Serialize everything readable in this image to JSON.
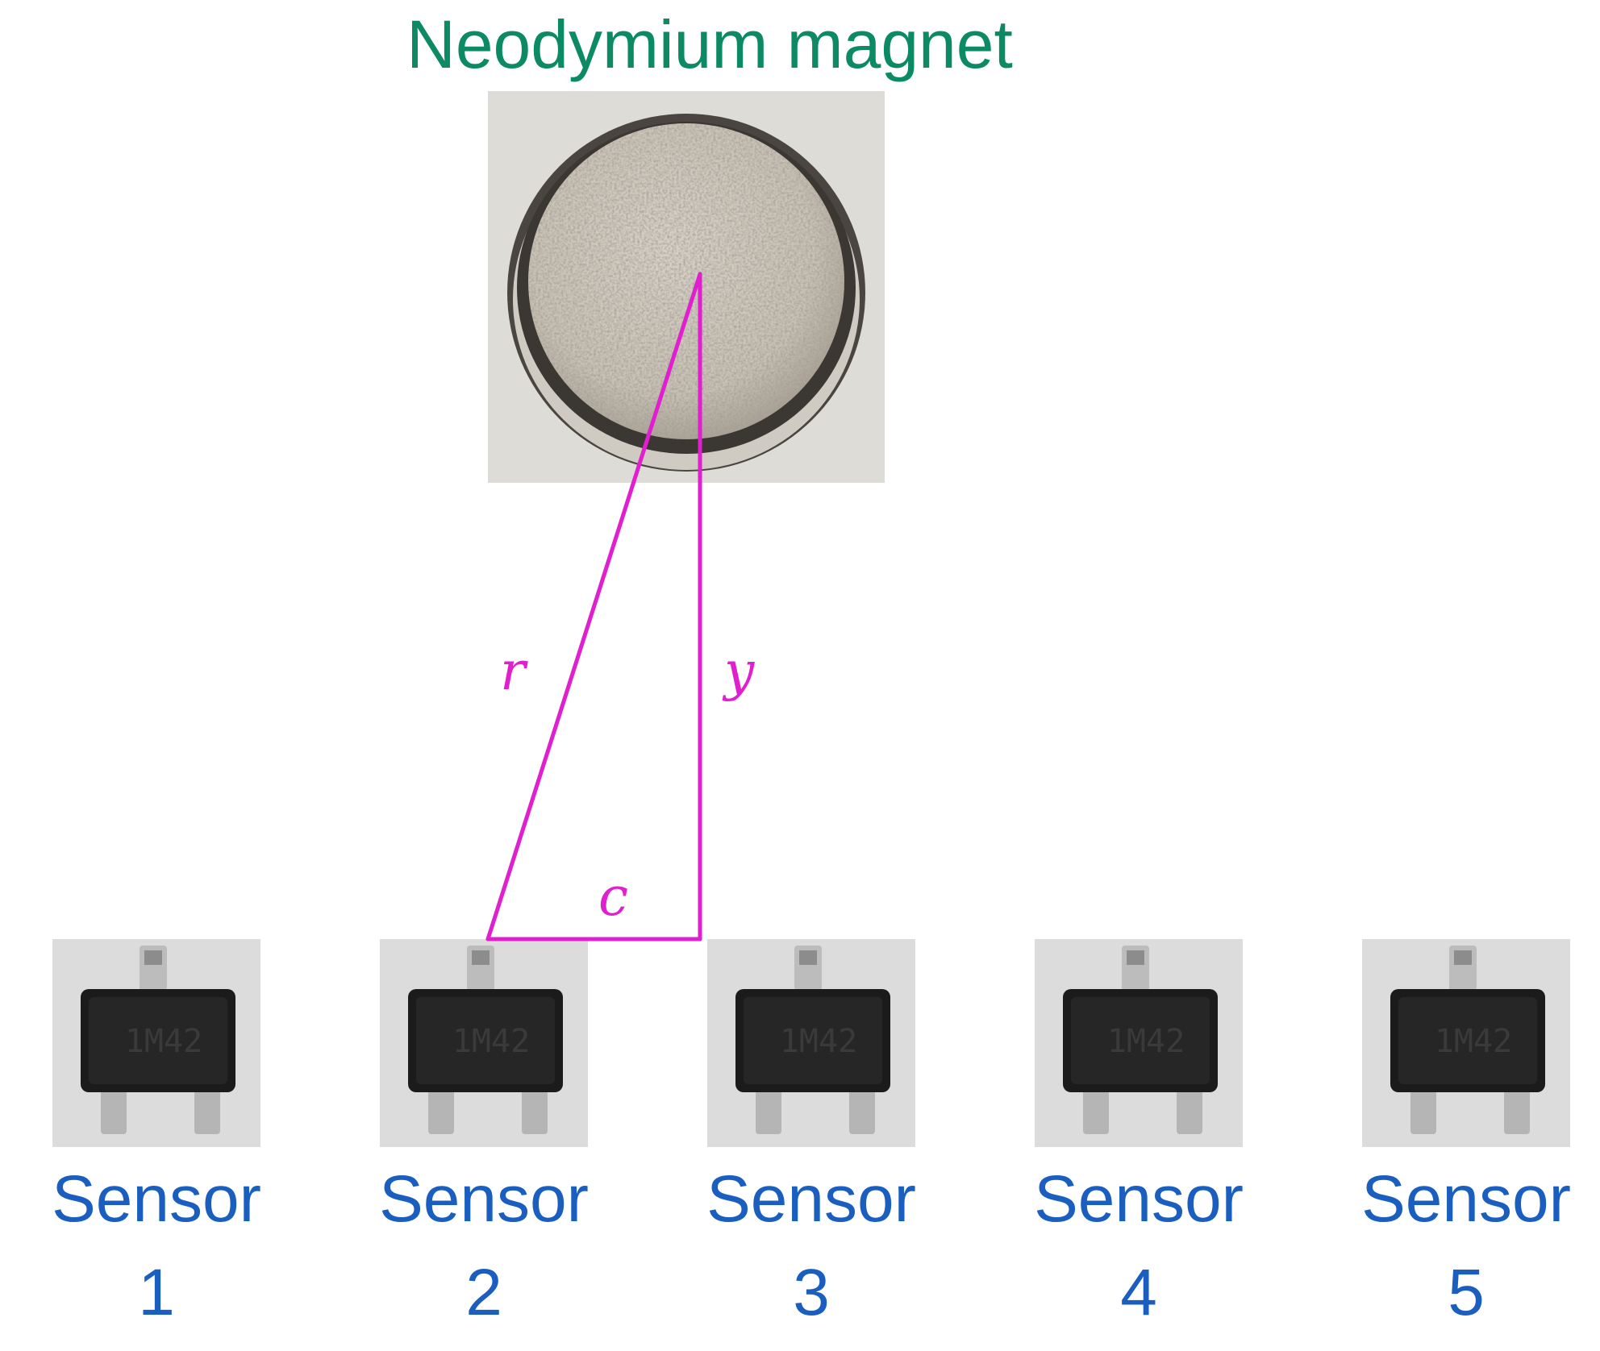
{
  "title": "Neodymium magnet",
  "colors": {
    "title": "#0b8a63",
    "sensor_label": "#1a5fbf",
    "geometry": "#e01fcf",
    "photo_background": "#dedcd7",
    "chip_body": "#1b1b1b",
    "chip_lead": "#bcbcbc"
  },
  "geometry_labels": {
    "r": "r",
    "y": "y",
    "c": "c"
  },
  "sensors": [
    {
      "word": "Sensor",
      "number": "1",
      "marking": "1M42"
    },
    {
      "word": "Sensor",
      "number": "2",
      "marking": "1M42"
    },
    {
      "word": "Sensor",
      "number": "3",
      "marking": "1M42"
    },
    {
      "word": "Sensor",
      "number": "4",
      "marking": "1M42"
    },
    {
      "word": "Sensor",
      "number": "5",
      "marking": "1M42"
    }
  ]
}
